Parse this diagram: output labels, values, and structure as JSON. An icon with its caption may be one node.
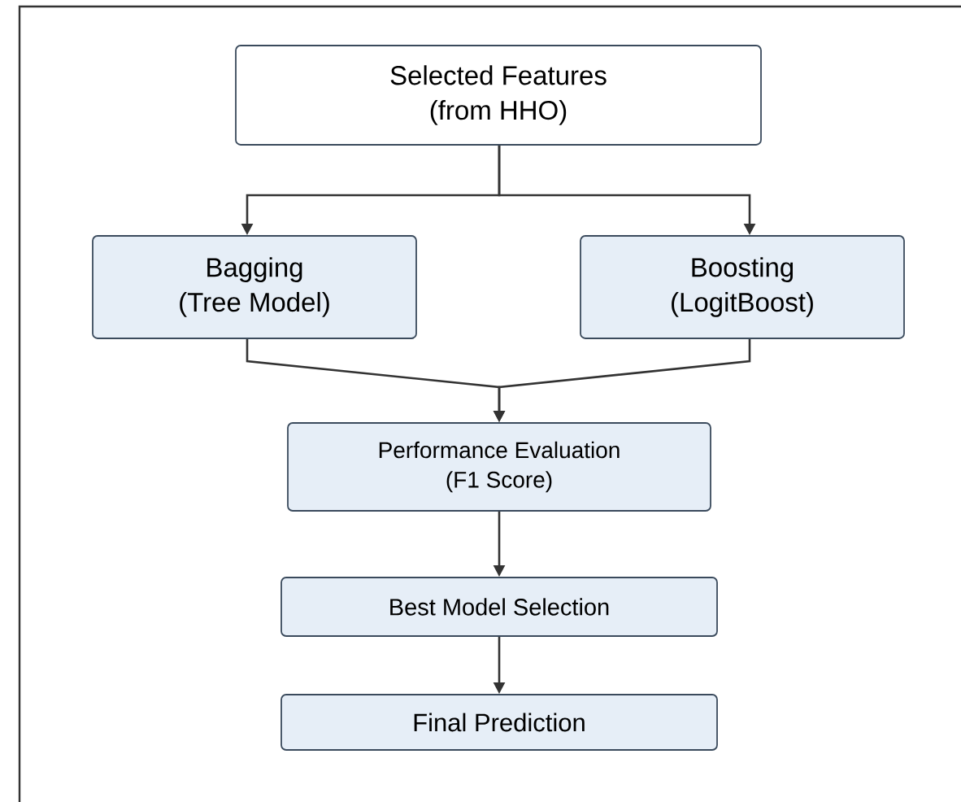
{
  "diagram": {
    "nodes": [
      {
        "text": [
          "Selected Features",
          "(from HHO)"
        ]
      },
      {
        "text": [
          "Bagging",
          "(Tree Model)"
        ]
      },
      {
        "text": [
          "Boosting",
          "(LogitBoost)"
        ]
      },
      {
        "text": [
          "Performance Evaluation",
          "(F1 Score)"
        ]
      },
      {
        "text": [
          "Best Model Selection"
        ]
      },
      {
        "text": [
          "Final Prediction"
        ]
      }
    ],
    "edges": [
      {
        "from": 0,
        "to": 1,
        "arrow": "to"
      },
      {
        "from": 0,
        "to": 2,
        "arrow": "to"
      },
      {
        "from": 1,
        "to": 3,
        "arrow": "to"
      },
      {
        "from": 2,
        "to": 3,
        "arrow": "to"
      },
      {
        "from": 3,
        "to": 4,
        "arrow": "to"
      },
      {
        "from": 4,
        "to": 5,
        "arrow": "to"
      }
    ]
  }
}
